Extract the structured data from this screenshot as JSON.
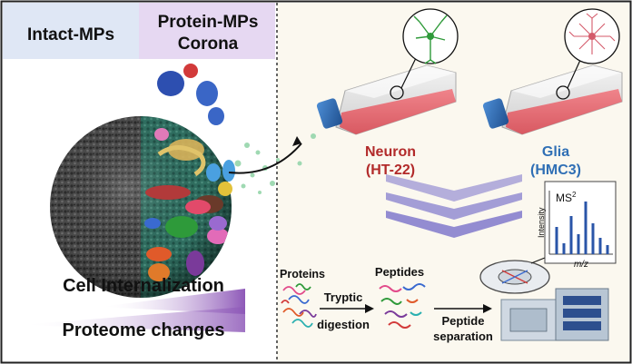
{
  "colors": {
    "neuron": "#b22a2a",
    "glia": "#2f6fb5",
    "intact_bg": "#dfe7f5",
    "corona_bg": "#e6d8f2",
    "gradient_purple": "#8e59b8",
    "right_panel_bg": "#fbf8ef",
    "chevron": "#8d86cf",
    "spectrum": "#2a55a8"
  },
  "labels": {
    "intact": "Intact-MPs",
    "corona_line1": "Protein-MPs",
    "corona_line2": "Corona",
    "cell_internalization": "Cell Internalization",
    "proteome_changes": "Proteome changes",
    "neuron_name": "Neuron",
    "neuron_line": "(HT-22)",
    "glia_name": "Glia",
    "glia_line": "(HMC3)",
    "proteins": "Proteins",
    "peptides": "Peptides",
    "tryptic": "Tryptic",
    "digestion": "digestion",
    "peptide": "Peptide",
    "separation": "separation",
    "ms2": "MS",
    "ms2_sup": "2",
    "intensity": "Intensity",
    "mz": "m/z"
  },
  "icons": {
    "particle": "microplastic-particle-icon",
    "flask": "culture-flask-icon",
    "neuron": "neuron-cell-icon",
    "glia": "glia-cell-icon",
    "instrument": "mass-spectrometer-icon"
  }
}
